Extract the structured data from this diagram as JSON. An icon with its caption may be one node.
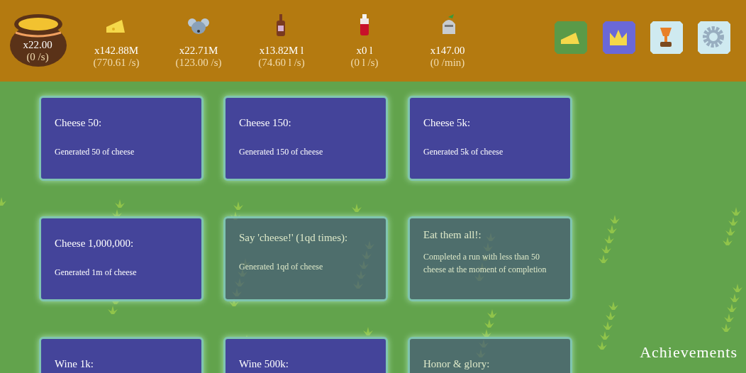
{
  "diagram": {
    "nodes": [
      {
        "text": [
          "Cheese 50:",
          "Generated 50 of cheese"
        ]
      },
      {
        "text": [
          "Cheese 150:",
          "Generated 150 of cheese"
        ]
      },
      {
        "text": [
          "Cheese 5k:",
          "Generated 5k of cheese"
        ]
      },
      {
        "text": [
          "Cheese 1,000,000:",
          "Generated 1m of cheese"
        ]
      },
      {
        "text": [
          "Say 'cheese!' (1qd times):",
          "Generated 1qd of cheese"
        ]
      },
      {
        "text": [
          "Eat them all!:",
          "Completed a run with less than 50 cheese at the moment of completion"
        ]
      },
      {
        "text": [
          "Wine 1k:"
        ]
      },
      {
        "text": [
          "Wine 500k:"
        ]
      },
      {
        "text": [
          "Honor & glory:"
        ]
      }
    ],
    "labels": [
      "x22.00",
      "(0 /s)",
      "x142.88M",
      "(770.61 /s)",
      "x22.71M",
      "(123.00 /s)",
      "x13.82M l",
      "(74.60 l /s)",
      "x0 l",
      "(0 l /s)",
      "x147.00",
      "(0 /min)",
      "Achievements"
    ]
  }
}
